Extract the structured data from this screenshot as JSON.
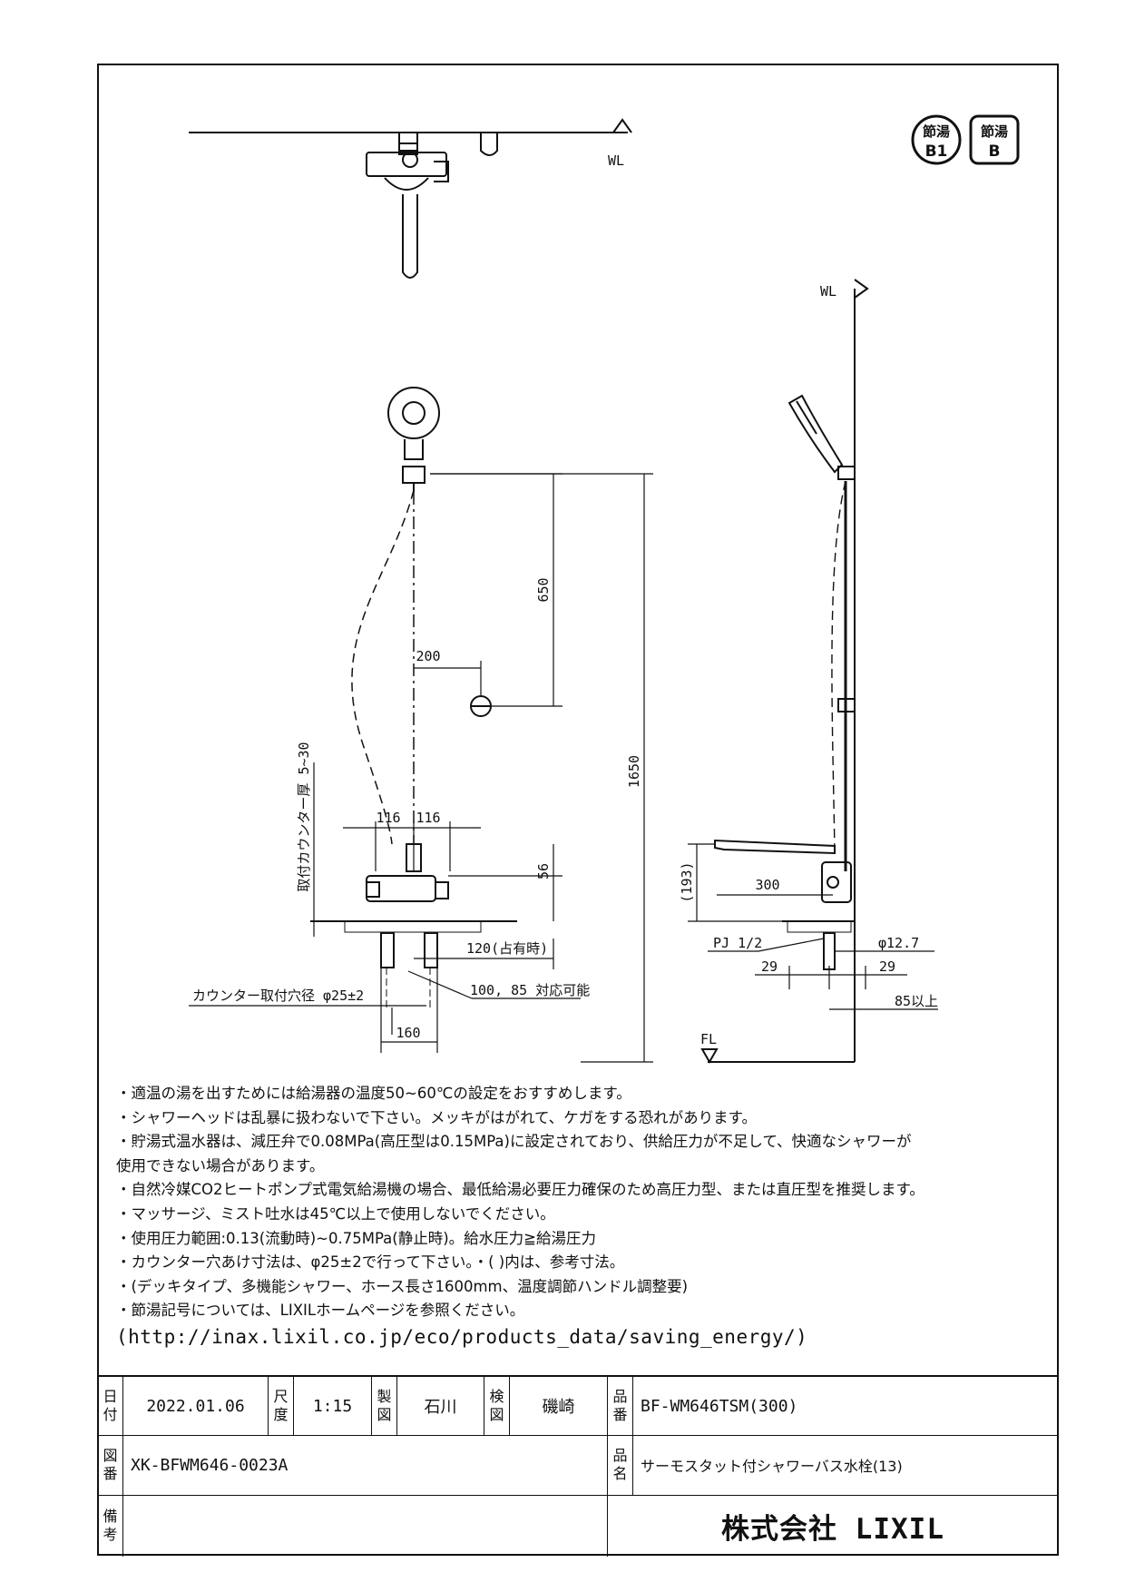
{
  "badges": [
    {
      "top": "節湯",
      "bottom": "B1"
    },
    {
      "top": "節湯",
      "bottom": "B"
    }
  ],
  "levels": {
    "wall_left": "WL",
    "wall_right": "WL",
    "floor": "FL"
  },
  "dimensions": {
    "d650": "650",
    "d200": "200",
    "d1650": "1650",
    "thickness": "取付カウンター厚 5~30",
    "d116a": "116",
    "d116b": "116",
    "d56": "56",
    "d120": "120(占有時)",
    "d100_85": "100, 85 対応可能",
    "hole": "カウンター取付穴径 φ25±2",
    "d160": "160",
    "d193": "(193)",
    "d300": "300",
    "pj": "PJ 1/2",
    "d127": "φ12.7",
    "d29a": "29",
    "d29b": "29",
    "d85": "85以上"
  },
  "notes": [
    "・適温の湯を出すためには給湯器の温度50~60℃の設定をおすすめします。",
    "・シャワーヘッドは乱暴に扱わないで下さい。メッキがはがれて、ケガをする恐れがあります。",
    "・貯湯式温水器は、減圧弁で0.08MPa(高圧型は0.15MPa)に設定されており、供給圧力が不足して、快適なシャワーが",
    "使用できない場合があります。",
    "・自然冷媒CO2ヒートポンプ式電気給湯機の場合、最低給湯必要圧力確保のため高圧力型、または直圧型を推奨します。",
    "・マッサージ、ミスト吐水は45℃以上で使用しないでください。",
    "・使用圧力範囲:0.13(流動時)~0.75MPa(静止時)。給水圧力≧給湯圧力",
    "・カウンター穴あけ寸法は、φ25±2で行って下さい。・( )内は、参考寸法。",
    "・(デッキタイプ、多機能シャワー、ホース長さ1600mm、温度調節ハンドル調整要)",
    "・節湯記号については、LIXILホームページを参照ください。"
  ],
  "url": "(http://inax.lixil.co.jp/eco/products_data/saving_energy/)",
  "title_block": {
    "date_label": "日付",
    "date": "2022.01.06",
    "scale_label": "尺度",
    "scale": "1:15",
    "drawn_label": "製図",
    "drawn_by": "石川",
    "checked_label": "検図",
    "checked_by": "磯崎",
    "product_no_label": "品番",
    "product_no": "BF-WM646TSM(300)",
    "drawing_no_label": "図番",
    "drawing_no": "XK-BFWM646-0023A",
    "product_name_label": "品名",
    "product_name": "サーモスタット付シャワーバス水栓(13)",
    "remarks_label": "備考",
    "company": "株式会社 LIXIL"
  }
}
